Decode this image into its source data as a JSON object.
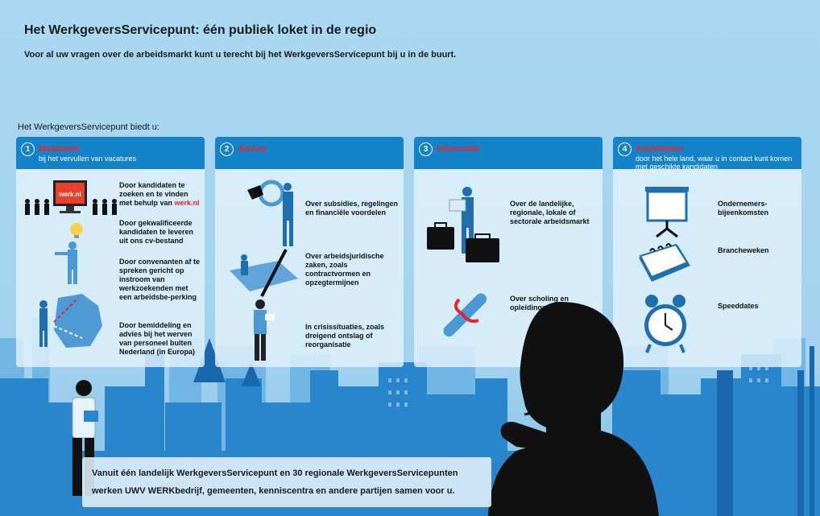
{
  "page": {
    "title": "Het WerkgeversServicepunt: één publiek loket in de regio",
    "subtitle": "Voor al uw vragen over de arbeidsmarkt kunt u terecht bij het WerkgeversServicepunt bij u in de buurt.",
    "intro": "Het WerkgeversServicepunt biedt u:"
  },
  "panels": [
    {
      "number": "1",
      "title": "Maatwerk",
      "subtitle": "bij het vervullen van vacatures",
      "items": [
        {
          "pre": "Door kandidaten te zoeken en te vinden met behulp van ",
          "brand": "werk.nl"
        },
        {
          "pre": "Door gekwalificeerde kandidaten te leveren uit ons cv-bestand",
          "brand": ""
        },
        {
          "pre": "Door convenanten af te spreken gericht op instroom van werkzoekenden met een arbeidsbe-perking",
          "brand": ""
        },
        {
          "pre": "Door bemiddeling en advies bij het werven van personeel buiten Nederland (in Europa)",
          "brand": ""
        }
      ],
      "screen_label": "werk.nl"
    },
    {
      "number": "2",
      "title": "Advies",
      "subtitle": "",
      "items": [
        {
          "pre": "Over subsidies, regelingen en financiële voordelen"
        },
        {
          "pre": "Over arbeidsjuridische zaken, zoals contractvormen en opzegtermijnen"
        },
        {
          "pre": "In crisissituaties, zoals dreigend ontslag of reorganisatie"
        }
      ]
    },
    {
      "number": "3",
      "title": "Informatie",
      "subtitle": "",
      "items": [
        {
          "pre": "Over de landelijke, regionale, lokale of sectorale arbeidsmarkt"
        },
        {
          "pre": "Over scholing en opleidingen"
        }
      ]
    },
    {
      "number": "4",
      "title": "Activiteiten",
      "subtitle": "door het hele land, waar u in contact kunt komen met geschikte kandidaten",
      "items": [
        {
          "pre": "Ondernemers-bijeenkomsten"
        },
        {
          "pre": "Brancheweken"
        },
        {
          "pre": "Speeddates"
        }
      ]
    }
  ],
  "footer": "Vanuit één landelijk WerkgeversServicepunt en 30 regionale WerkgeversServicepunten werken UWV WERKbedrijf, gemeenten, kenniscentra en andere partijen samen voor u.",
  "colors": {
    "panel_header": "#1583c9",
    "accent_red": "#e8232a",
    "sky": "#aad8f1",
    "skyline": "#1f7fc7"
  }
}
